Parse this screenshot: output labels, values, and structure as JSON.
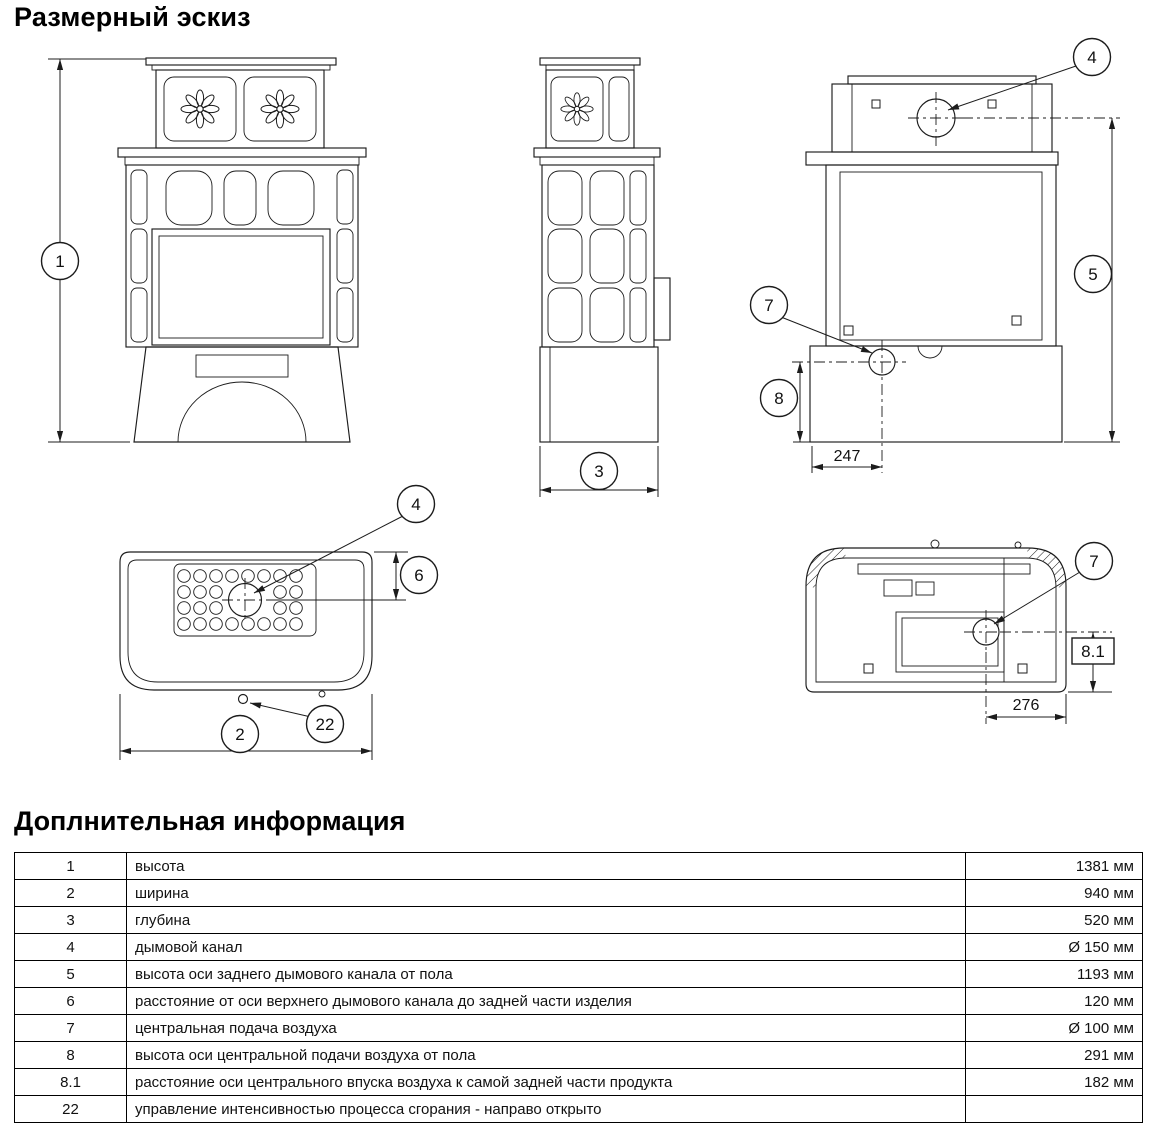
{
  "page": {
    "title": "Размерный эскиз",
    "section_title": "Доплнительная информация"
  },
  "drawing": {
    "callouts": {
      "c1": "1",
      "c2": "2",
      "c3": "3",
      "c4": "4",
      "c5": "5",
      "c6": "6",
      "c7": "7",
      "c8": "8",
      "c81": "8.1",
      "c22": "22"
    },
    "dims": {
      "back_offset": "247",
      "bottom_offset": "276"
    }
  },
  "table": {
    "rows": [
      {
        "num": "1",
        "desc": "высота",
        "value": "1381 мм"
      },
      {
        "num": "2",
        "desc": "ширина",
        "value": "940 мм"
      },
      {
        "num": "3",
        "desc": "глубина",
        "value": "520 мм"
      },
      {
        "num": "4",
        "desc": "дымовой канал",
        "value": "Ø 150 мм"
      },
      {
        "num": "5",
        "desc": "высота оси заднего дымового канала от пола",
        "value": "1193 мм"
      },
      {
        "num": "6",
        "desc": "расстояние от оси верхнего дымового канала до задней части изделия",
        "value": "120 мм"
      },
      {
        "num": "7",
        "desc": "центральная подача воздуха",
        "value": "Ø 100 мм"
      },
      {
        "num": "8",
        "desc": "высота оси центральной подачи воздуха от пола",
        "value": "291 мм"
      },
      {
        "num": "8.1",
        "desc": "расстояние оси центрального впуска воздуха к самой задней части продукта",
        "value": "182 мм"
      },
      {
        "num": "22",
        "desc": "управление интенсивностью процесса сгорания - направо открыто",
        "value": ""
      }
    ]
  }
}
